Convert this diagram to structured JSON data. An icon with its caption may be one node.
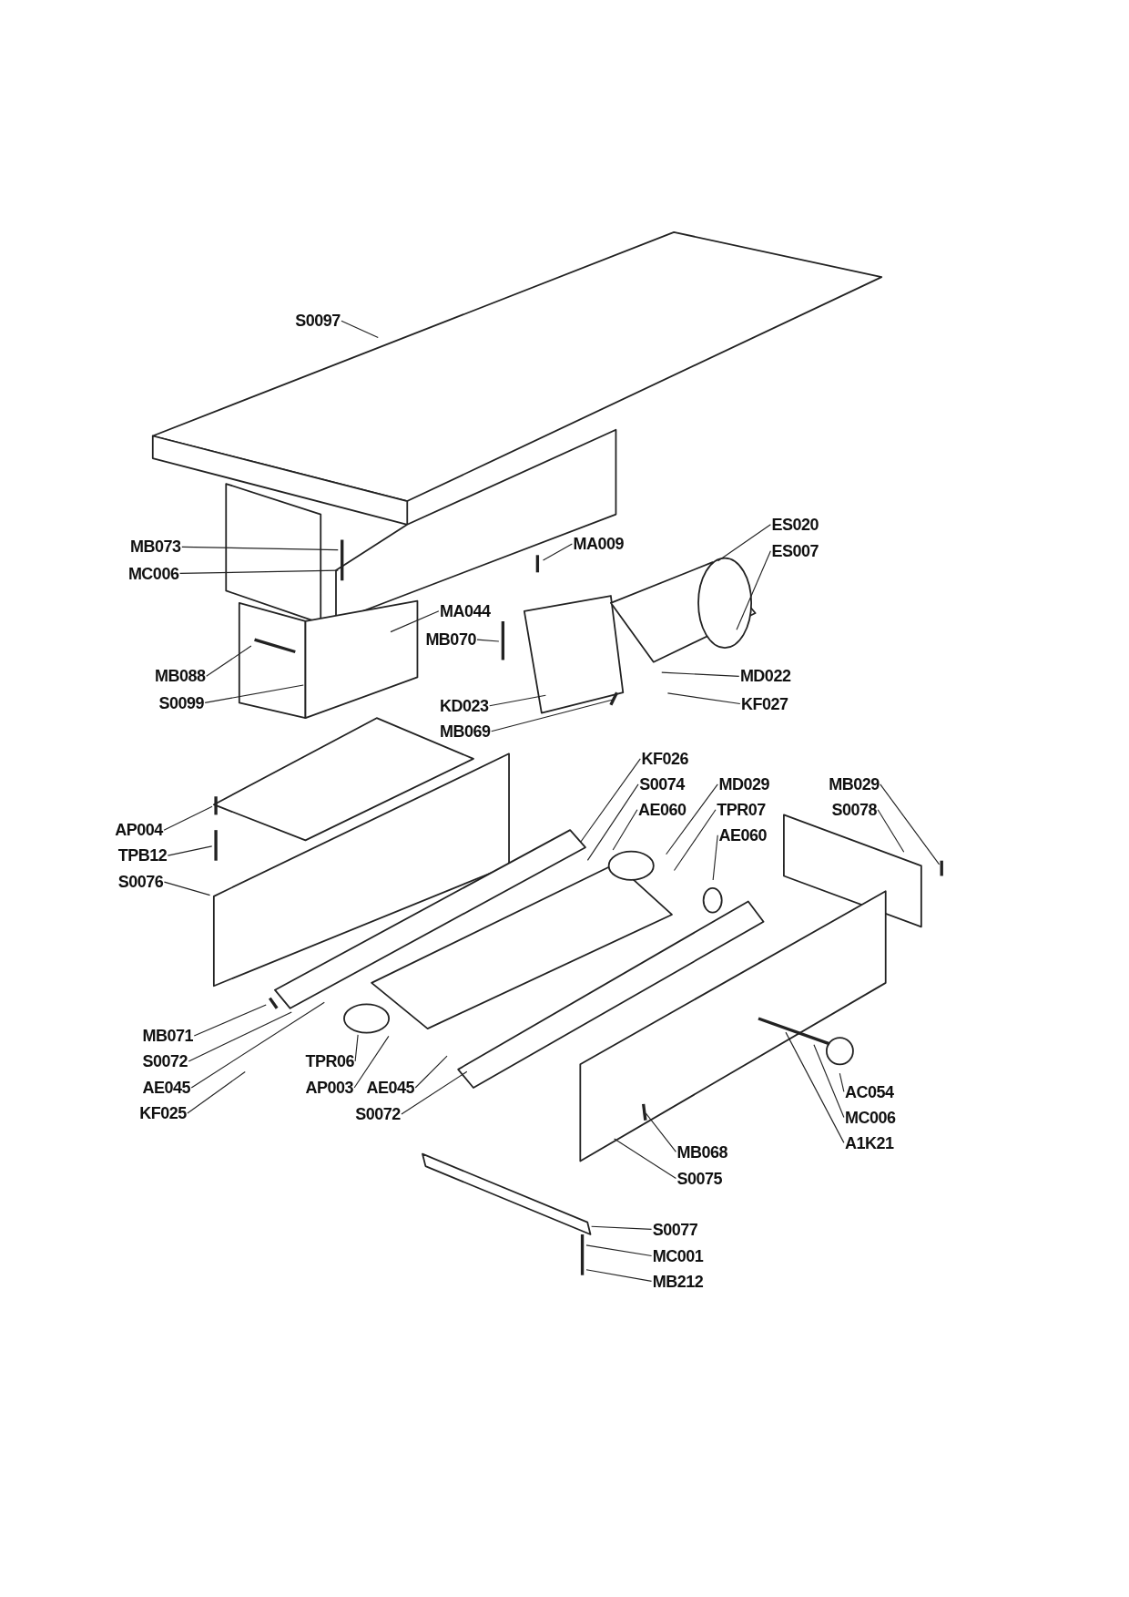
{
  "diagram": {
    "nodes": [
      {
        "text": [
          "S0097"
        ]
      },
      {
        "text": [
          "MB073"
        ]
      },
      {
        "text": [
          "MC006"
        ]
      },
      {
        "text": [
          "MA009"
        ]
      },
      {
        "text": [
          "ES020"
        ]
      },
      {
        "text": [
          "ES007"
        ]
      },
      {
        "text": [
          "MA044"
        ]
      },
      {
        "text": [
          "MB070"
        ]
      },
      {
        "text": [
          "MB088"
        ]
      },
      {
        "text": [
          "S0099"
        ]
      },
      {
        "text": [
          "MD022"
        ]
      },
      {
        "text": [
          "KD023"
        ]
      },
      {
        "text": [
          "KF027"
        ]
      },
      {
        "text": [
          "MB069"
        ]
      },
      {
        "text": [
          "KF026"
        ]
      },
      {
        "text": [
          "S0074"
        ]
      },
      {
        "text": [
          "MD029"
        ]
      },
      {
        "text": [
          "MB029"
        ]
      },
      {
        "text": [
          "AE060"
        ]
      },
      {
        "text": [
          "TPR07"
        ]
      },
      {
        "text": [
          "S0078"
        ]
      },
      {
        "text": [
          "AP004"
        ]
      },
      {
        "text": [
          "AE060"
        ]
      },
      {
        "text": [
          "TPB12"
        ]
      },
      {
        "text": [
          "S0076"
        ]
      },
      {
        "text": [
          "MB071"
        ]
      },
      {
        "text": [
          "S0072"
        ]
      },
      {
        "text": [
          "TPR06"
        ]
      },
      {
        "text": [
          "AE045"
        ]
      },
      {
        "text": [
          "AP003"
        ]
      },
      {
        "text": [
          "AE045"
        ]
      },
      {
        "text": [
          "KF025"
        ]
      },
      {
        "text": [
          "S0072"
        ]
      },
      {
        "text": [
          "AC054"
        ]
      },
      {
        "text": [
          "MC006"
        ]
      },
      {
        "text": [
          "A1K21"
        ]
      },
      {
        "text": [
          "MB068"
        ]
      },
      {
        "text": [
          "S0075"
        ]
      },
      {
        "text": [
          "S0077"
        ]
      },
      {
        "text": [
          "MC001"
        ]
      },
      {
        "text": [
          "MB212"
        ]
      }
    ],
    "edges": [
      {
        "from": 0,
        "to": null,
        "arrow": "none"
      },
      {
        "from": 1,
        "to": null,
        "arrow": "none"
      },
      {
        "from": 2,
        "to": null,
        "arrow": "none"
      },
      {
        "from": 3,
        "to": null,
        "arrow": "none"
      },
      {
        "from": 4,
        "to": null,
        "arrow": "none"
      },
      {
        "from": 5,
        "to": null,
        "arrow": "none"
      },
      {
        "from": 6,
        "to": null,
        "arrow": "none"
      },
      {
        "from": 7,
        "to": null,
        "arrow": "none"
      },
      {
        "from": 8,
        "to": null,
        "arrow": "none"
      },
      {
        "from": 9,
        "to": null,
        "arrow": "none"
      },
      {
        "from": 10,
        "to": null,
        "arrow": "none"
      },
      {
        "from": 11,
        "to": null,
        "arrow": "none"
      },
      {
        "from": 12,
        "to": null,
        "arrow": "none"
      },
      {
        "from": 13,
        "to": null,
        "arrow": "none"
      },
      {
        "from": 14,
        "to": null,
        "arrow": "none"
      },
      {
        "from": 15,
        "to": null,
        "arrow": "none"
      },
      {
        "from": 16,
        "to": null,
        "arrow": "none"
      },
      {
        "from": 17,
        "to": null,
        "arrow": "none"
      },
      {
        "from": 18,
        "to": null,
        "arrow": "none"
      },
      {
        "from": 19,
        "to": null,
        "arrow": "none"
      },
      {
        "from": 20,
        "to": null,
        "arrow": "none"
      },
      {
        "from": 21,
        "to": null,
        "arrow": "none"
      },
      {
        "from": 22,
        "to": null,
        "arrow": "none"
      },
      {
        "from": 23,
        "to": null,
        "arrow": "none"
      },
      {
        "from": 24,
        "to": null,
        "arrow": "none"
      },
      {
        "from": 25,
        "to": null,
        "arrow": "none"
      },
      {
        "from": 26,
        "to": null,
        "arrow": "none"
      },
      {
        "from": 27,
        "to": null,
        "arrow": "none"
      },
      {
        "from": 28,
        "to": null,
        "arrow": "none"
      },
      {
        "from": 29,
        "to": null,
        "arrow": "none"
      },
      {
        "from": 30,
        "to": null,
        "arrow": "none"
      },
      {
        "from": 31,
        "to": null,
        "arrow": "none"
      },
      {
        "from": 32,
        "to": null,
        "arrow": "none"
      },
      {
        "from": 33,
        "to": null,
        "arrow": "none"
      },
      {
        "from": 34,
        "to": null,
        "arrow": "none"
      },
      {
        "from": 35,
        "to": null,
        "arrow": "none"
      },
      {
        "from": 36,
        "to": null,
        "arrow": "none"
      },
      {
        "from": 37,
        "to": null,
        "arrow": "none"
      },
      {
        "from": 38,
        "to": null,
        "arrow": "none"
      },
      {
        "from": 39,
        "to": null,
        "arrow": "none"
      },
      {
        "from": 40,
        "to": null,
        "arrow": "none"
      }
    ]
  }
}
